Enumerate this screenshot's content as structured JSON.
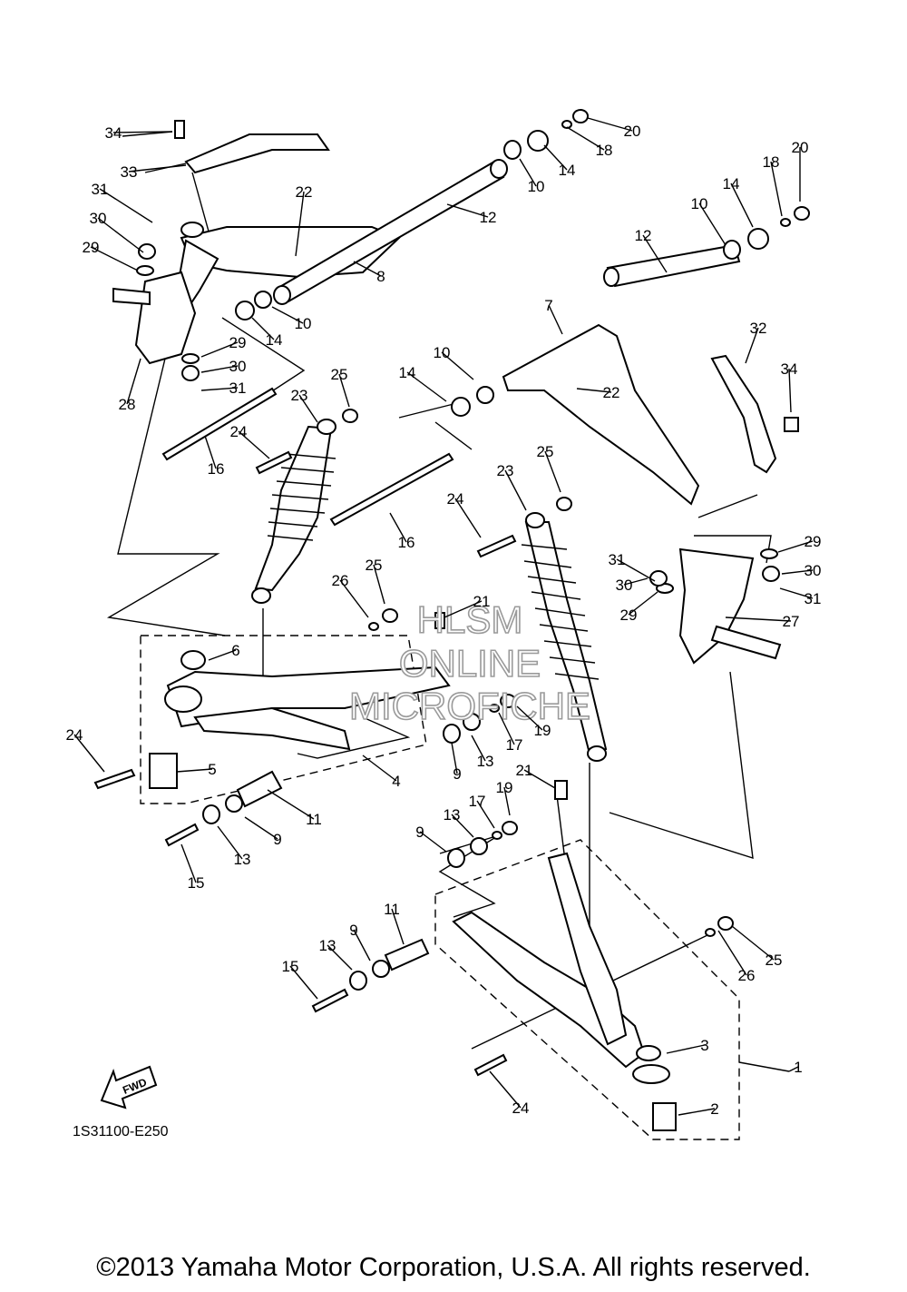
{
  "diagram": {
    "drawing_code": "1S31100-E250",
    "copyright": "©2013 Yamaha Motor Corporation, U.S.A. All rights reserved.",
    "fwd_label": "FWD",
    "watermark": [
      "HLSM",
      "ONLINE",
      "MICROFICHE"
    ],
    "callouts": [
      {
        "n": "34"
      },
      {
        "n": "33"
      },
      {
        "n": "31"
      },
      {
        "n": "30"
      },
      {
        "n": "29"
      },
      {
        "n": "22"
      },
      {
        "n": "8"
      },
      {
        "n": "12"
      },
      {
        "n": "10"
      },
      {
        "n": "14"
      },
      {
        "n": "18"
      },
      {
        "n": "20"
      },
      {
        "n": "28"
      },
      {
        "n": "29"
      },
      {
        "n": "30"
      },
      {
        "n": "31"
      },
      {
        "n": "10"
      },
      {
        "n": "14"
      },
      {
        "n": "12"
      },
      {
        "n": "10"
      },
      {
        "n": "14"
      },
      {
        "n": "18"
      },
      {
        "n": "20"
      },
      {
        "n": "7"
      },
      {
        "n": "32"
      },
      {
        "n": "34"
      },
      {
        "n": "22"
      },
      {
        "n": "10"
      },
      {
        "n": "14"
      },
      {
        "n": "25"
      },
      {
        "n": "23"
      },
      {
        "n": "24"
      },
      {
        "n": "16"
      },
      {
        "n": "16"
      },
      {
        "n": "25"
      },
      {
        "n": "23"
      },
      {
        "n": "24"
      },
      {
        "n": "29"
      },
      {
        "n": "30"
      },
      {
        "n": "31"
      },
      {
        "n": "31"
      },
      {
        "n": "30"
      },
      {
        "n": "29"
      },
      {
        "n": "27"
      },
      {
        "n": "25"
      },
      {
        "n": "26"
      },
      {
        "n": "21"
      },
      {
        "n": "6"
      },
      {
        "n": "24"
      },
      {
        "n": "5"
      },
      {
        "n": "19"
      },
      {
        "n": "17"
      },
      {
        "n": "13"
      },
      {
        "n": "9"
      },
      {
        "n": "4"
      },
      {
        "n": "11"
      },
      {
        "n": "9"
      },
      {
        "n": "13"
      },
      {
        "n": "15"
      },
      {
        "n": "21"
      },
      {
        "n": "19"
      },
      {
        "n": "17"
      },
      {
        "n": "13"
      },
      {
        "n": "9"
      },
      {
        "n": "11"
      },
      {
        "n": "9"
      },
      {
        "n": "13"
      },
      {
        "n": "15"
      },
      {
        "n": "26"
      },
      {
        "n": "25"
      },
      {
        "n": "3"
      },
      {
        "n": "1"
      },
      {
        "n": "24"
      },
      {
        "n": "2"
      }
    ]
  }
}
